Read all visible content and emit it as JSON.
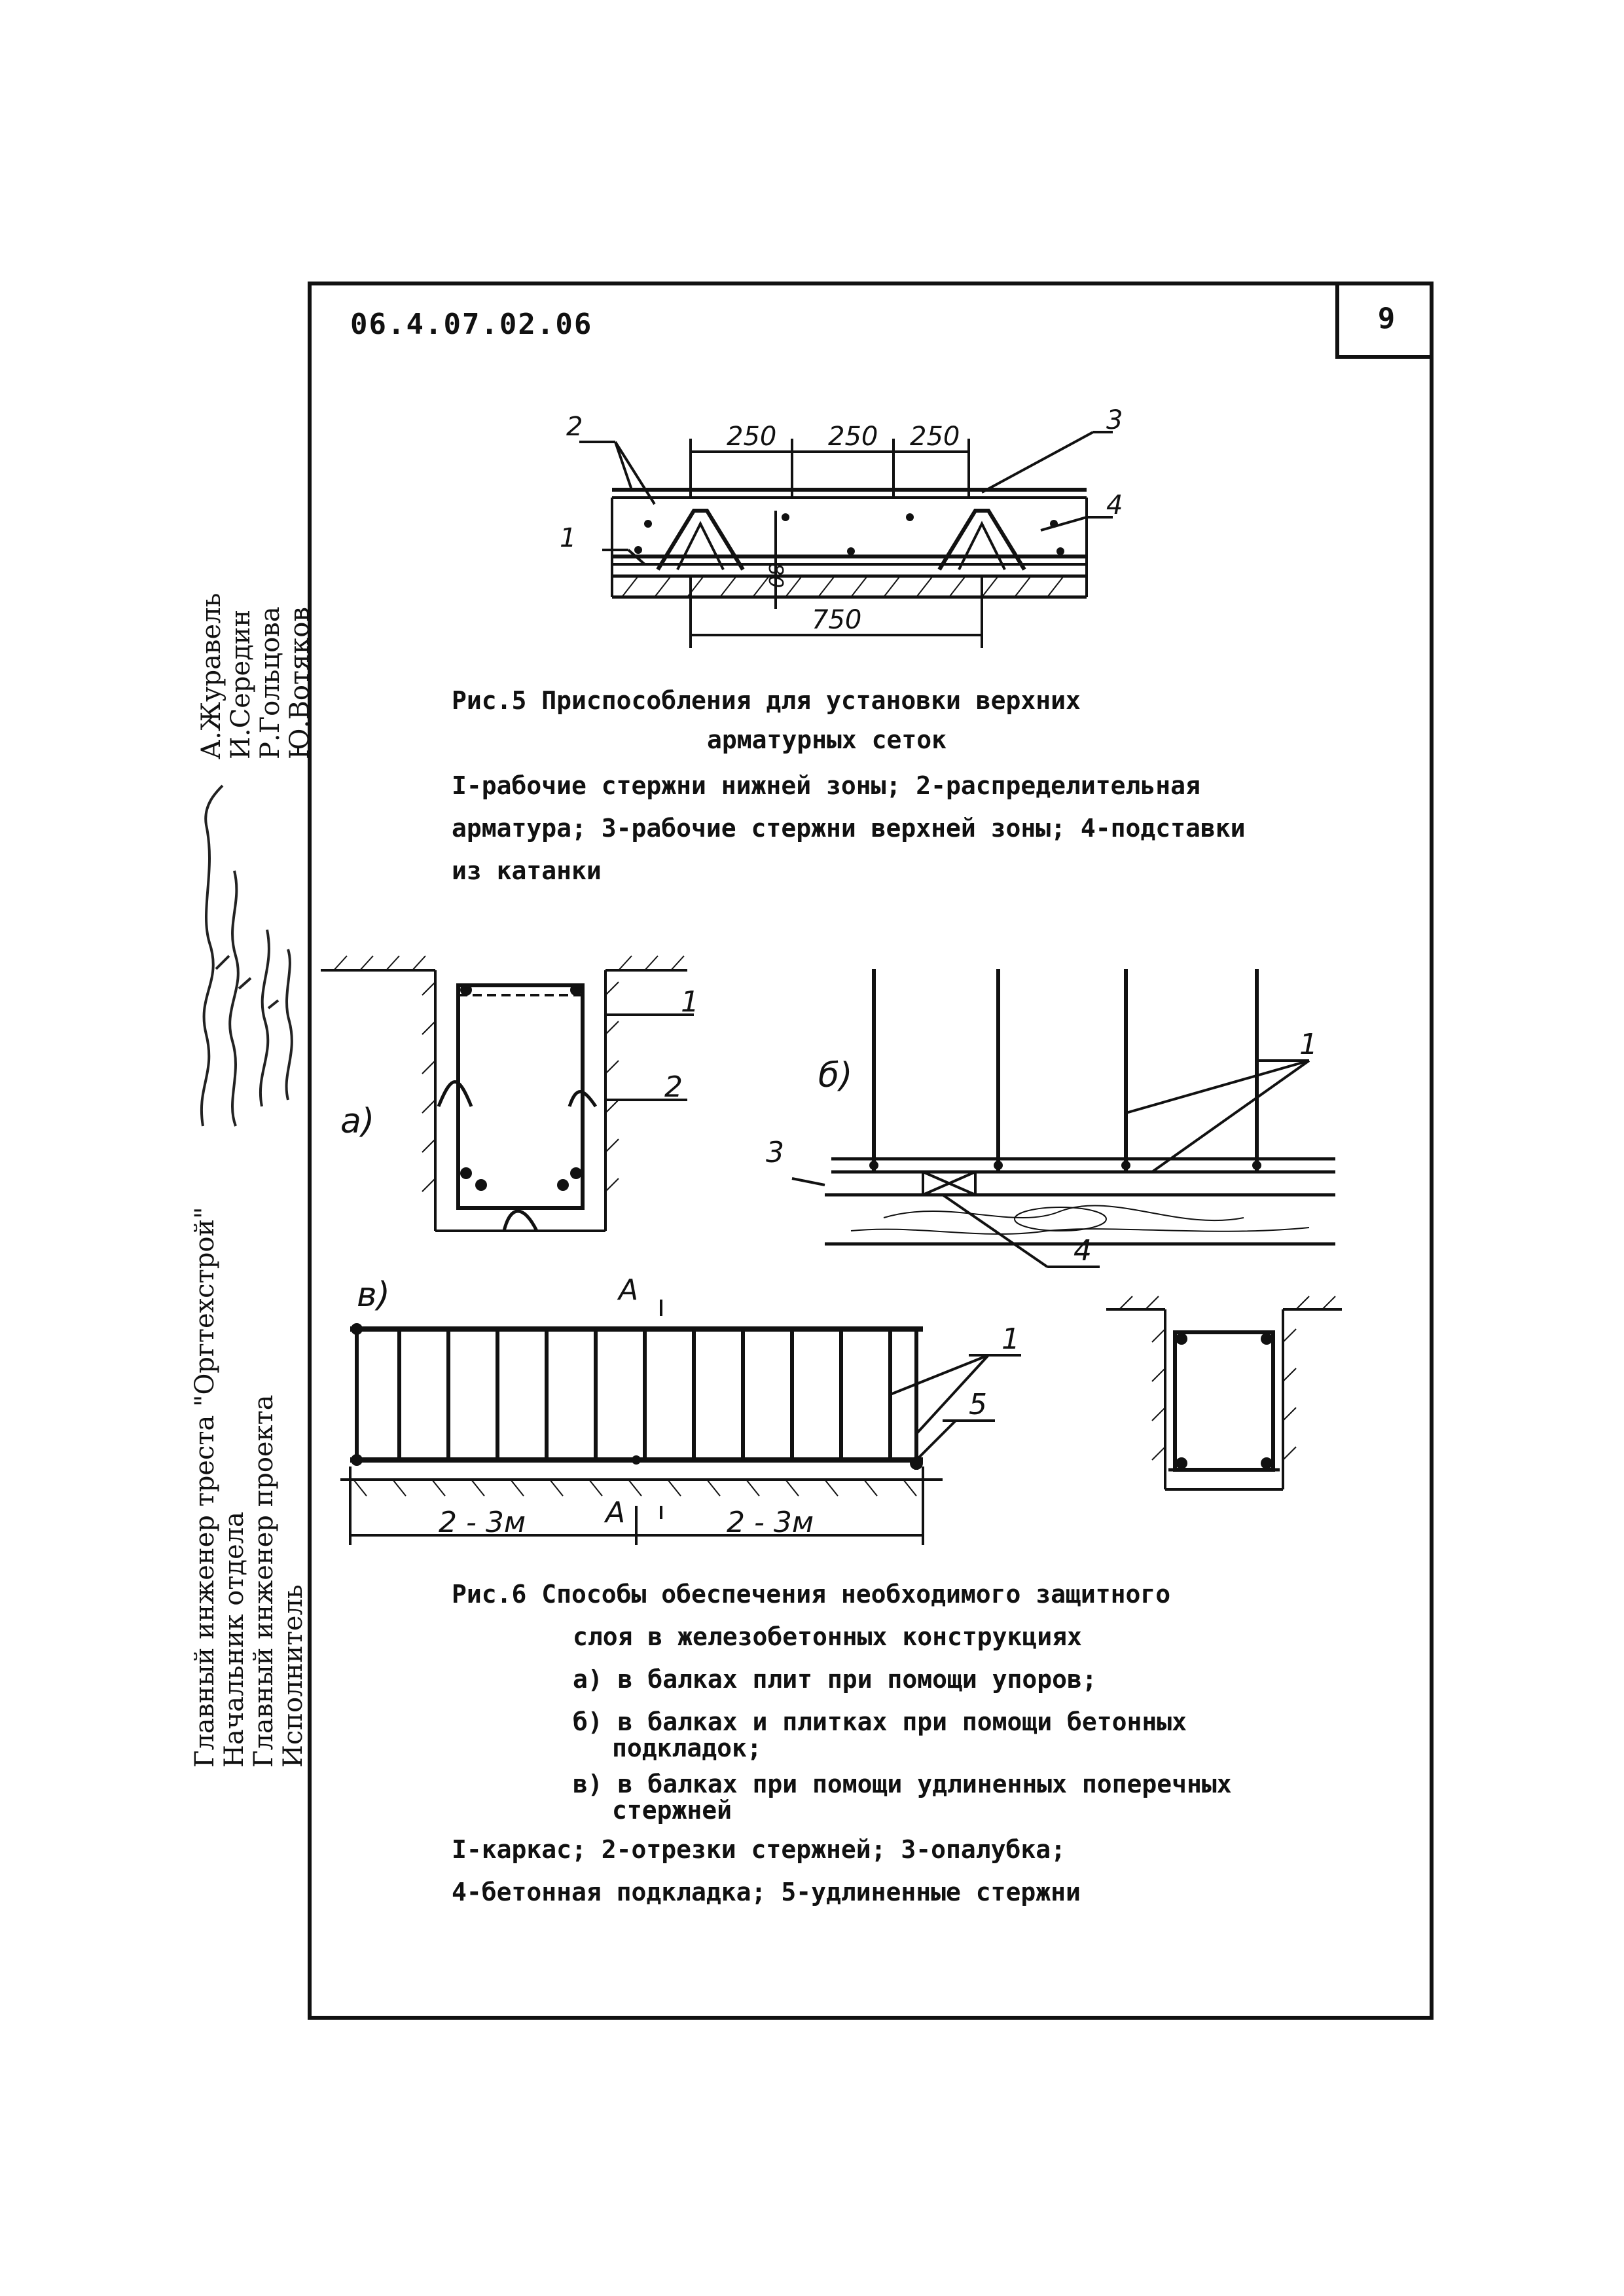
{
  "header": {
    "doc_code": "06.4.07.02.06",
    "page_number": "9"
  },
  "sidebar": {
    "positions": [
      "Главный инженер треста \"Оргтехстрой\"",
      "Начальник отдела",
      "Главный инженер проекта",
      "Исполнитель"
    ],
    "names": [
      "А.Журавель",
      "И.Середин",
      "Р.Гольцова",
      "Ю.Вотяков"
    ]
  },
  "fig5": {
    "dims": [
      "250",
      "250",
      "250",
      "750",
      "80"
    ],
    "labels": [
      "1",
      "2",
      "3",
      "4"
    ],
    "caption": [
      "Рис.5  Приспособления для установки верхних",
      "арматурных сеток"
    ],
    "legend": [
      "I-рабочие стержни нижней зоны; 2-распределительная",
      "арматура; 3-рабочие стержни верхней зоны; 4-подставки",
      "из катанки"
    ]
  },
  "fig6": {
    "part_labels": [
      "a)",
      "б)",
      "в)"
    ],
    "section_mark": "A",
    "dims": [
      "2 - 3м",
      "2 - 3м"
    ],
    "labels": [
      "1",
      "2",
      "3",
      "4",
      "1",
      "5"
    ],
    "caption": [
      "Рис.6  Способы обеспечения необходимого защитного",
      "слоя в железобетонных конструкциях"
    ],
    "items": [
      "а) в балках плит при помощи упоров;",
      "б) в балках и плитках при помощи бетонных",
      "подкладок;",
      "в) в балках при помощи удлиненных поперечных",
      "стержней"
    ],
    "legend": [
      "I-каркас; 2-отрезки стержней; 3-опалубка;",
      "4-бетонная подкладка; 5-удлиненные стержни"
    ]
  }
}
